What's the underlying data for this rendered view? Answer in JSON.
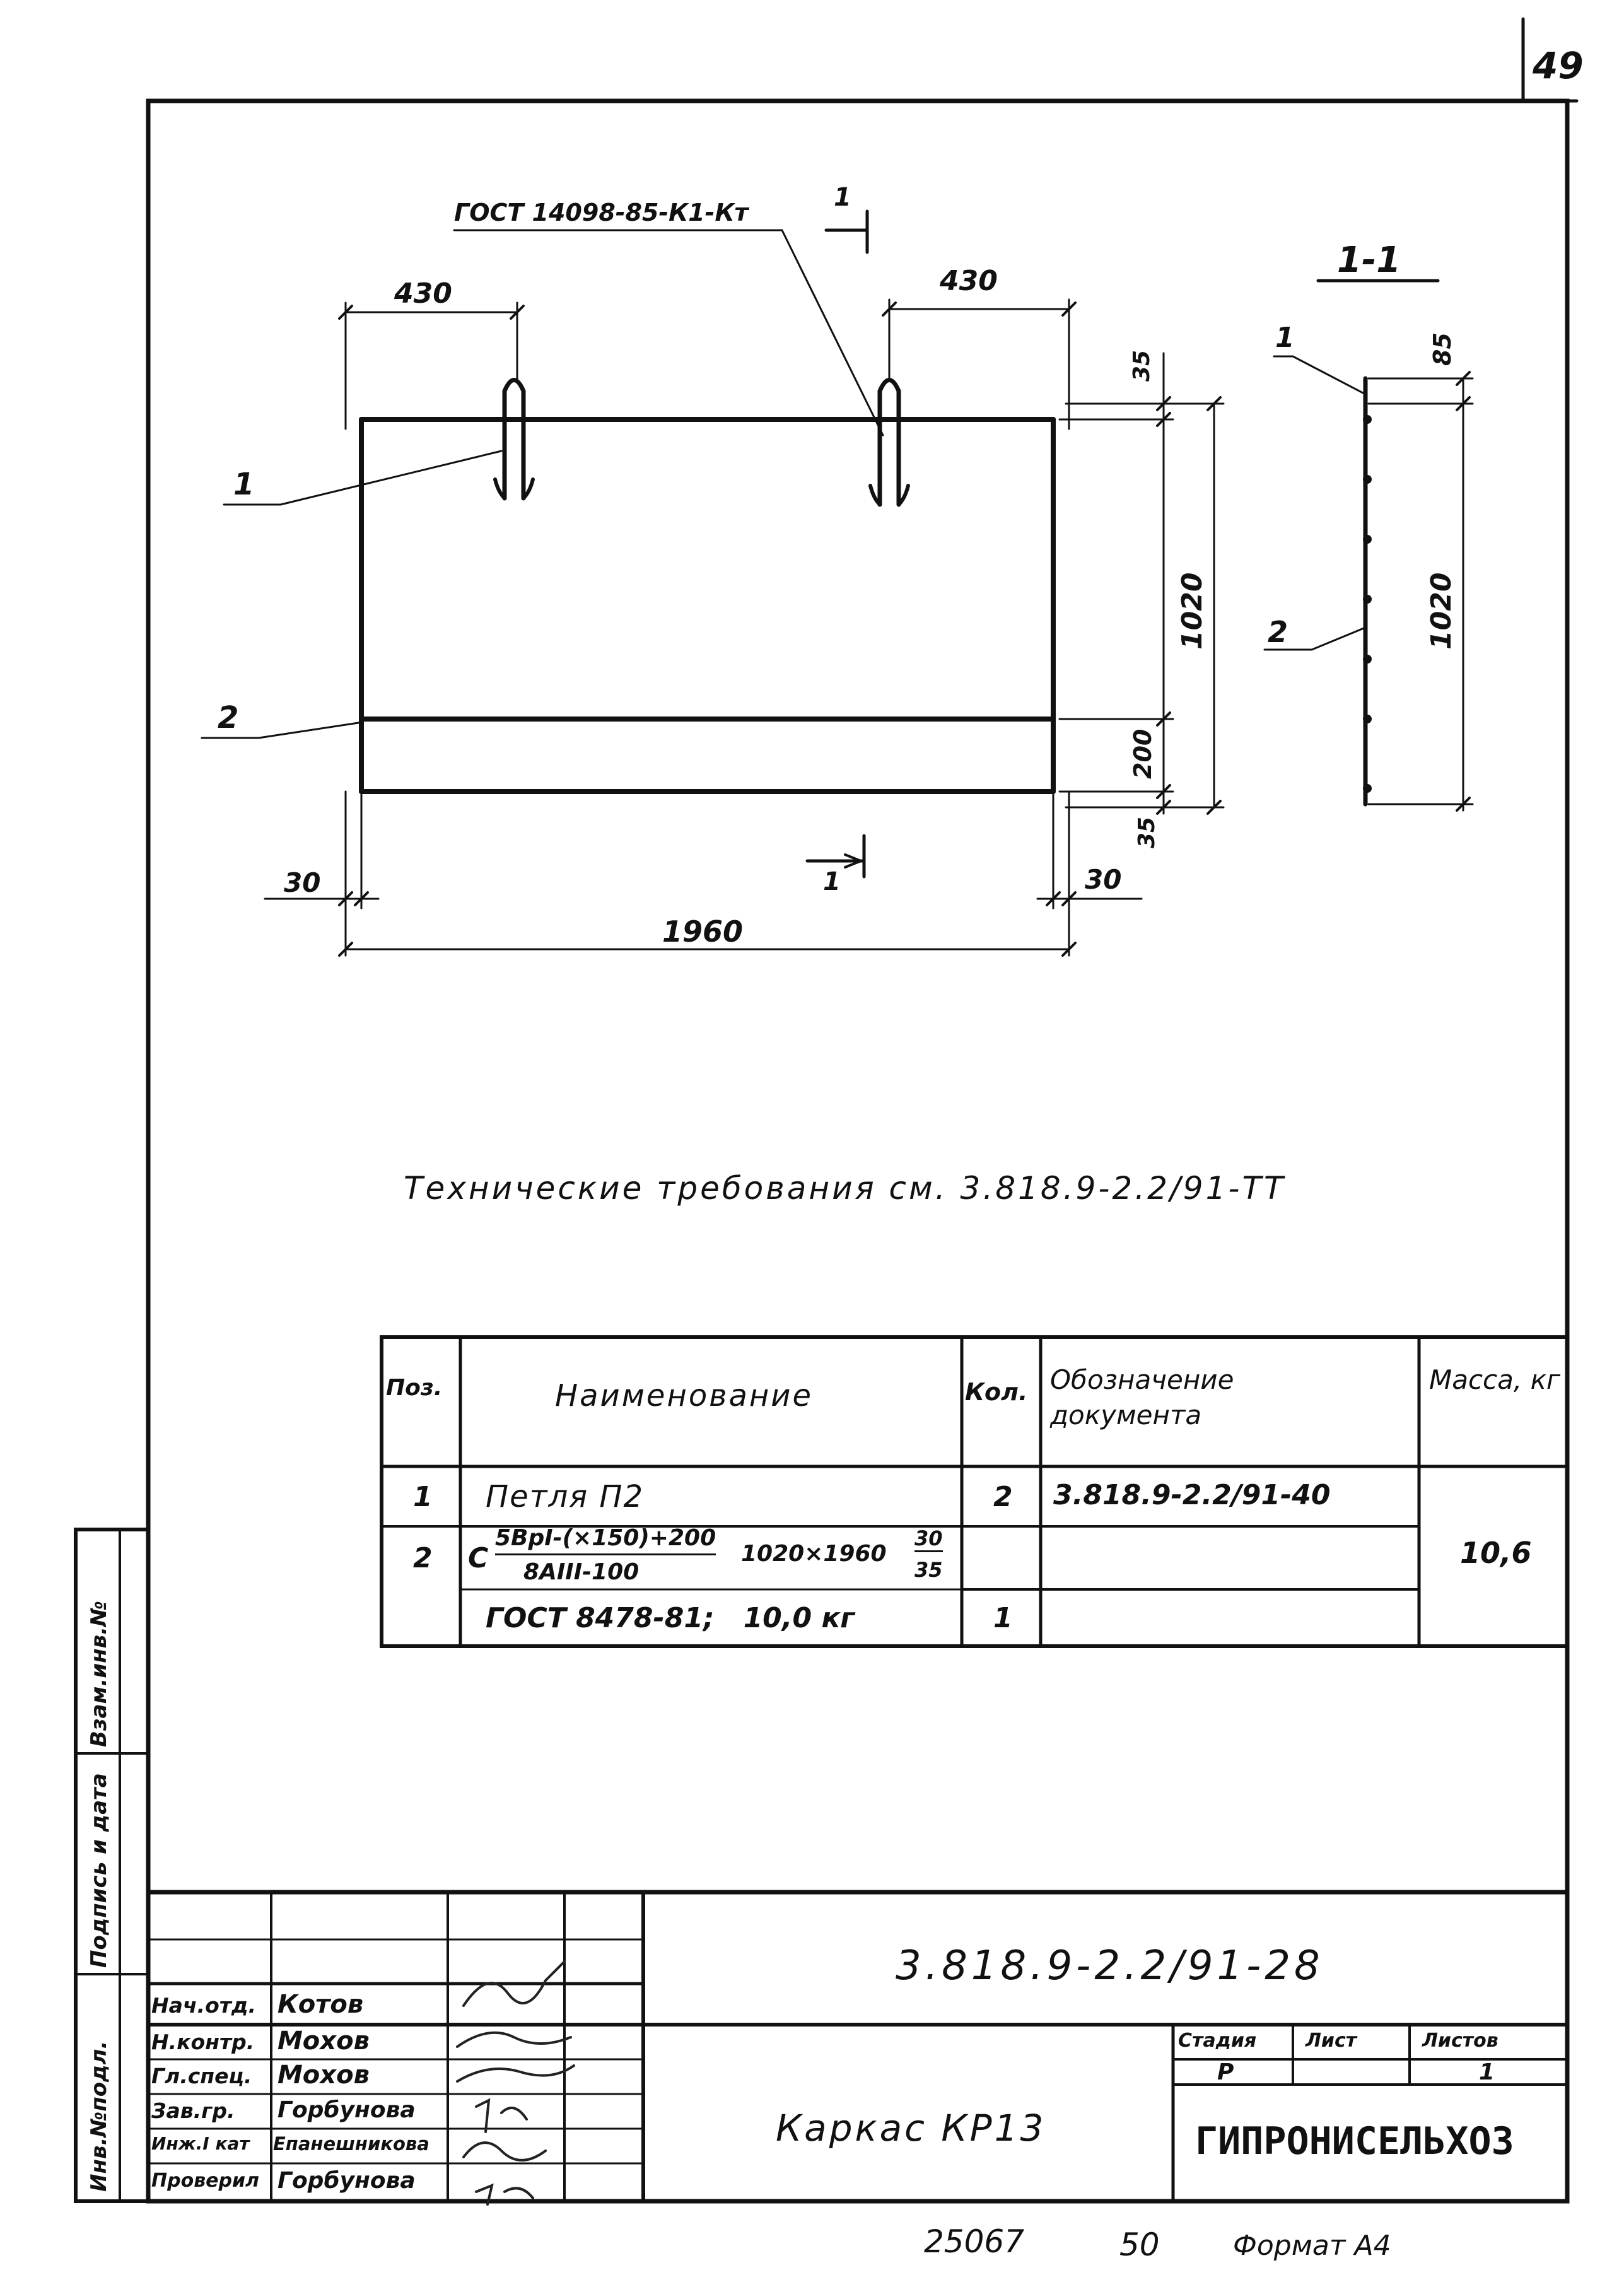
{
  "sheet_number": "49",
  "drawing": {
    "gost_callout": "ГОСТ 14098-85-К1-Кт",
    "section_mark": "1",
    "section_title": "1-1",
    "dim_left_430": "430",
    "dim_right_430": "430",
    "dim_height_1020": "1020",
    "dim_35_top": "35",
    "dim_200": "200",
    "dim_35_bottom": "35",
    "dim_30_left": "30",
    "dim_30_right": "30",
    "dim_1960": "1960",
    "section_dim_85": "85",
    "section_dim_1020": "1020",
    "leader_1": "1",
    "leader_2": "2",
    "section_leader_1": "1",
    "section_leader_2": "2"
  },
  "tech_requirements": "Технические требования см. 3.818.9-2.2/91-ТТ",
  "spec_table": {
    "headers": {
      "pos": "Поз.",
      "name": "Наименование",
      "qty": "Кол.",
      "doc": "Обозначение документа",
      "mass": "Масса, кг"
    },
    "rows": [
      {
        "pos": "1",
        "name": "Петля П2",
        "qty": "2",
        "doc": "3.818.9-2.2/91-40"
      },
      {
        "pos": "2",
        "name_prefix": "С",
        "name_num": "5ВрI-(×150)+200",
        "name_den": "8АIII-100",
        "name_size": "1020×1960",
        "name_frac_num": "30",
        "name_frac_den": "35"
      },
      {
        "name": "ГОСТ 8478-81;   10,0 кг",
        "qty": "1"
      }
    ],
    "mass_total": "10,6"
  },
  "side_stamp": {
    "inv_ref": "Взам.инв.№",
    "sign_date": "Подпись и дата",
    "inv_orig": "Инв.№подл."
  },
  "title_block": {
    "doc_code": "3.818.9-2.2/91-28",
    "title": "Каркас КР13",
    "stage_label": "Стадия",
    "sheet_label": "Лист",
    "sheets_label": "Листов",
    "stage": "Р",
    "sheet": "",
    "sheets": "1",
    "org": "ГИПРОНИСЕЛЬХОЗ",
    "signatures": [
      {
        "role": "Нач.отд.",
        "name": "Котов"
      },
      {
        "role": "Н.контр.",
        "name": "Мохов"
      },
      {
        "role": "Гл.спец.",
        "name": "Мохов"
      },
      {
        "role": "Зав.гр.",
        "name": "Горбунова"
      },
      {
        "role": "Инж.I кат",
        "name": "Епанешникова"
      },
      {
        "role": "Проверил",
        "name": "Горбунова"
      }
    ]
  },
  "footer": {
    "archive_no": "25067",
    "copy": "50",
    "format": "Формат А4"
  }
}
